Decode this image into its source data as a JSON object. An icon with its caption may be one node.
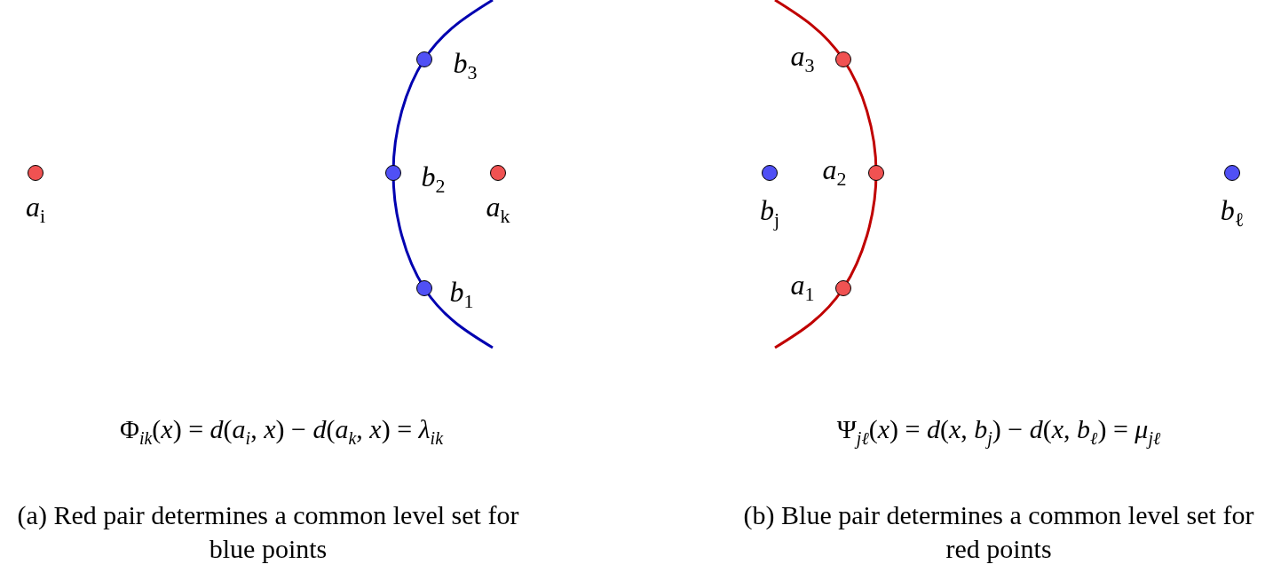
{
  "diagram": {
    "nodes": [
      {
        "text": [],
        "shape": "circle",
        "beside": [
          "b$_{3}$"
        ]
      },
      {
        "text": [],
        "shape": "circle",
        "beside": [
          "a$_{3}$"
        ]
      },
      {
        "text": [],
        "shape": "circle",
        "beside": [
          "a$_{i}$"
        ]
      },
      {
        "text": [],
        "shape": "circle",
        "beside": [
          "b$_{2}$"
        ]
      },
      {
        "text": [],
        "shape": "circle",
        "beside": [
          "a$_{k}$"
        ]
      },
      {
        "text": [],
        "shape": "circle",
        "beside": [
          "b$_{j}$"
        ]
      },
      {
        "text": [],
        "shape": "circle",
        "beside": [
          "a$_{2}$"
        ]
      },
      {
        "text": [],
        "shape": "circle",
        "beside": [
          "b$_{ℓ}$"
        ]
      },
      {
        "text": [],
        "shape": "circle",
        "beside": [
          "b$_{1}$"
        ]
      },
      {
        "text": [],
        "shape": "circle",
        "beside": [
          "a$_{1}$"
        ]
      }
    ],
    "labels": [
      "Φ$_{ik}$(*x*) = *d*(*a*$_{i}$, *x*) − *d*(*a*$_{k}$, *x*) = *λ*$_{ik}$",
      "Ψ$_{jℓ}$(*x*) = *d*(*x*, *b*$_{j}$) − *d*(*x*, *b*$_{ℓ}$) = *μ*$_{jℓ}$",
      "(a) Red pair determines a common level set for blue points",
      "(b) Blue pair determines a common level set for red points"
    ]
  }
}
